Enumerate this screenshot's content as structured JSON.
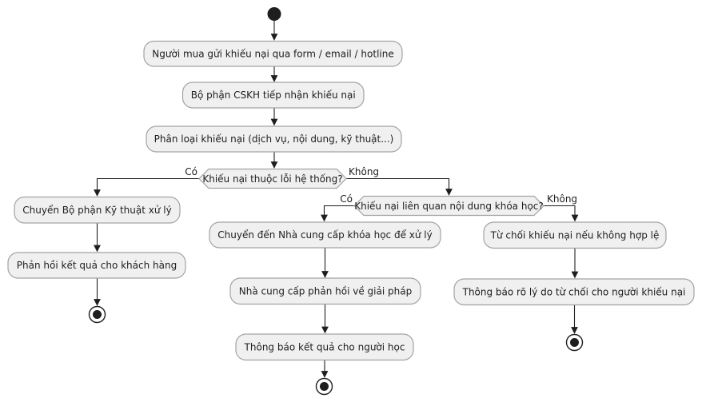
{
  "diagram": {
    "type": "activity-flowchart",
    "language": "vi",
    "colors": {
      "background": "#ffffff",
      "node_fill": "#f0f0f0",
      "node_border": "#a3a3a3",
      "line": "#1e1e1e",
      "text": "#1e1e1e"
    },
    "activities": {
      "submit": "Người mua gửi khiếu nại qua form / email / hotline",
      "receive": "Bộ phận CSKH tiếp nhận khiếu nại",
      "classify": "Phân loại khiếu nại (dịch vụ, nội dung, kỹ thuật...)",
      "to_tech": "Chuyển Bộ phận Kỹ thuật xử lý",
      "feedback_customer": "Phản hồi kết quả cho khách hàng",
      "to_provider": "Chuyển đến Nhà cung cấp khóa học để xử lý",
      "provider_response": "Nhà cung cấp phản hồi về giải pháp",
      "notify_learner": "Thông báo kết quả cho người học",
      "reject": "Từ chối khiếu nại nếu không hợp lệ",
      "notify_reason": "Thông báo rõ lý do từ chối cho người khiếu nại"
    },
    "decisions": {
      "system_error": {
        "question": "Khiếu nại thuộc lỗi hệ thống?",
        "yes_label": "Có",
        "no_label": "Không"
      },
      "course_content": {
        "question": "Khiếu nại liên quan nội dung khóa học?",
        "yes_label": "Có",
        "no_label": "Không"
      }
    }
  }
}
